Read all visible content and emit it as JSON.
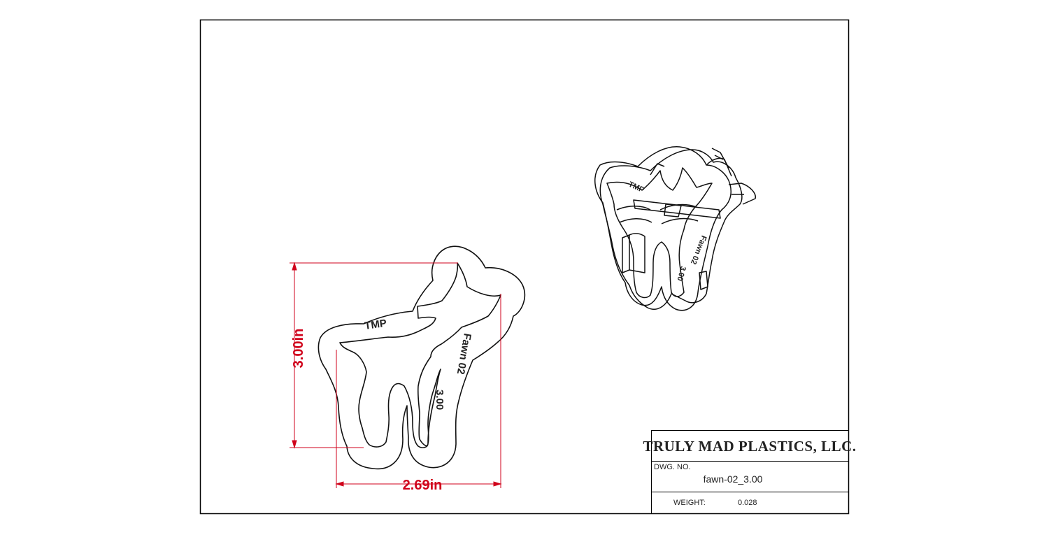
{
  "title_block": {
    "company": "TRULY MAD PLASTICS, LLC.",
    "dwg_no_label": "DWG.  NO.",
    "dwg_no_value": "fawn-02_3.00",
    "weight_label": "WEIGHT:",
    "weight_value": "0.028"
  },
  "dimensions": {
    "height": "3.00in",
    "width": "2.69in"
  },
  "cutter_embossing": {
    "brand": "TMP",
    "name": "Fawn 02",
    "size": "3.00"
  },
  "colors": {
    "dimension": "#d0021b",
    "outline": "#111111",
    "border": "#000000"
  }
}
